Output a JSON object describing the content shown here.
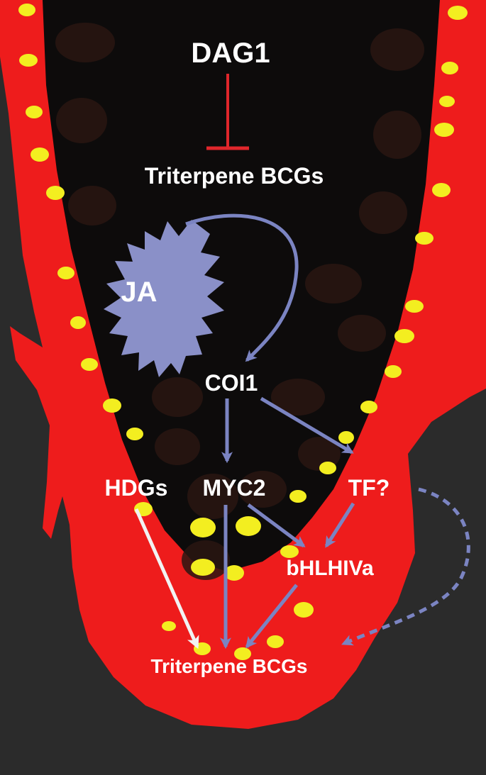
{
  "labels": {
    "dag1": "DAG1",
    "triterpene_top": "Triterpene BCGs",
    "ja": "JA",
    "coi1": "COI1",
    "hdgs": "HDGs",
    "myc2": "MYC2",
    "tf": "TF?",
    "bhlhiva": "bHLHIVa",
    "triterpene_bottom": "Triterpene BCGs"
  },
  "colors": {
    "background": "#2b2b2b",
    "root_tissue": "#ee1c1c",
    "inner_tissue": "#0d0b0b",
    "cells": "#f3ee20",
    "ja_star": "#8a90c8",
    "arrow": "#7b84c2",
    "inhibition": "#e0262b",
    "hdg_arrow": "#f2f2f2",
    "text": "#ffffff"
  }
}
